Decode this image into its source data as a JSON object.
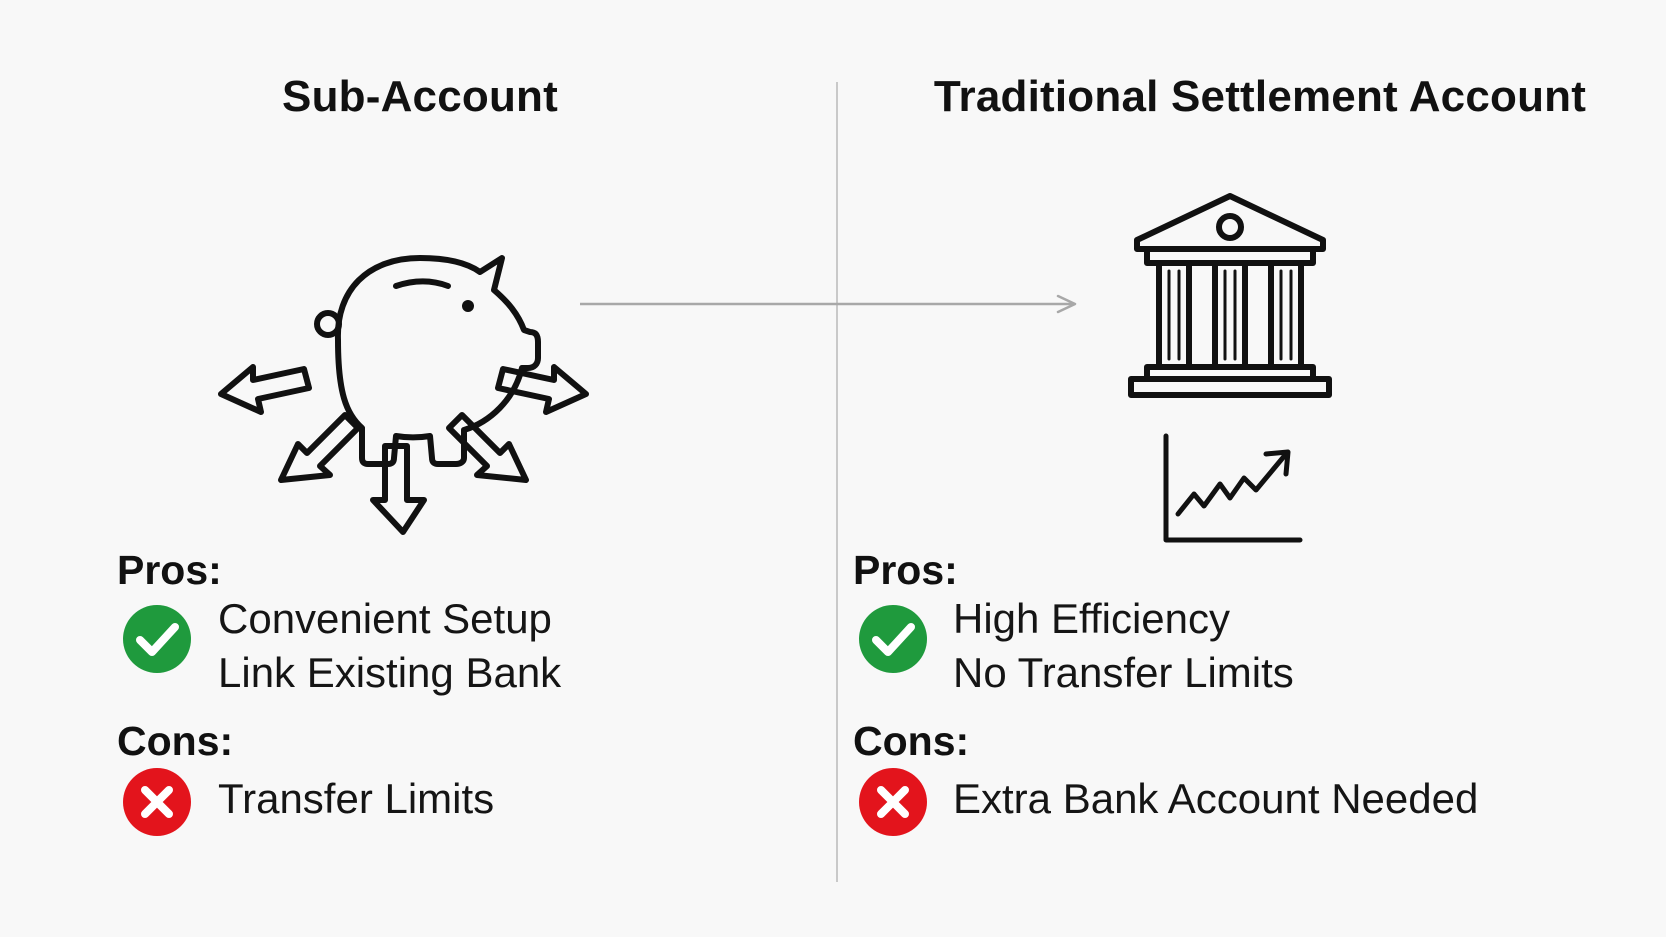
{
  "left_panel": {
    "title": "Sub-Account",
    "pros_heading": "Pros:",
    "pros": [
      "Convenient Setup",
      "Link Existing Bank"
    ],
    "cons_heading": "Cons:",
    "cons": [
      "Transfer Limits"
    ]
  },
  "right_panel": {
    "title": "Traditional Settlement Account",
    "pros_heading": "Pros:",
    "pros": [
      "High Efficiency",
      "No Transfer Limits"
    ],
    "cons_heading": "Cons:",
    "cons": [
      "Extra Bank Account Needed"
    ]
  },
  "icons": {
    "left_illustration": "piggy-bank-distribution-icon",
    "right_illustration": "bank-building-icon",
    "right_chart": "upward-trend-chart-icon",
    "pro_marker": "check-circle-icon",
    "con_marker": "cross-circle-icon"
  },
  "colors": {
    "check_green": "#1f9a3d",
    "cross_red": "#e3141c",
    "divider_gray": "#c9c9c9",
    "connector_gray": "#a8a8a8"
  }
}
